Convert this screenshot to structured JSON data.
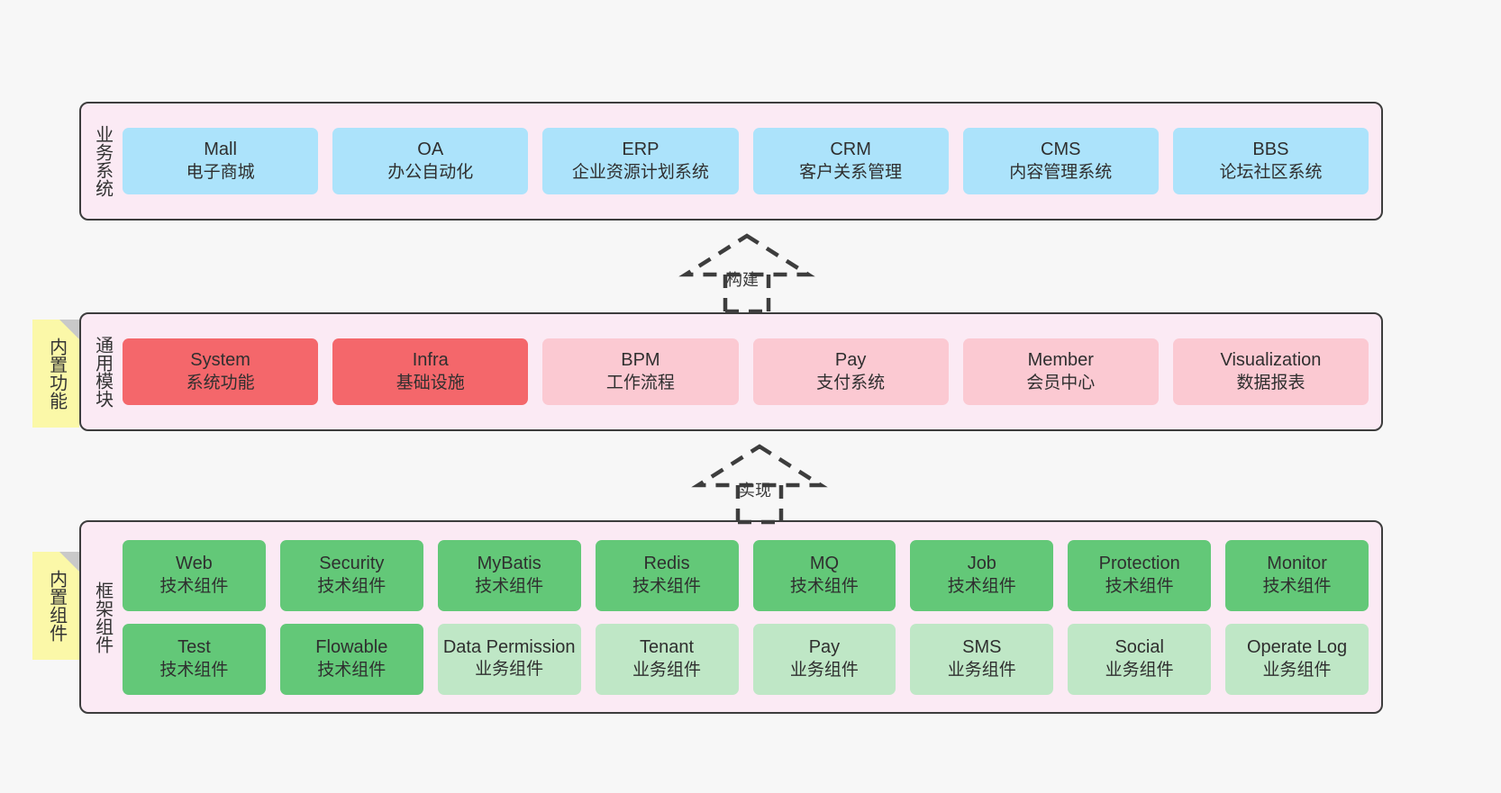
{
  "page": {
    "background": "#f7f7f7",
    "band_bg": "#fbeaf4",
    "band_border": "#3d3d3d",
    "note_bg": "#fbf8a8",
    "note_fold": "#c9c9c9",
    "color_blue": "#ace3fb",
    "color_red": "#f4676b",
    "color_pink": "#fbc9d2",
    "color_green": "#63c878",
    "color_green_light": "#bfe7c6"
  },
  "layers": [
    {
      "id": "business-systems",
      "title": "业务系统",
      "note": null,
      "rows": [
        {
          "color": "#ace3fb",
          "cells": [
            {
              "name": "Mall",
              "desc": "电子商城"
            },
            {
              "name": "OA",
              "desc": "办公自动化"
            },
            {
              "name": "ERP",
              "desc": "企业资源计划系统"
            },
            {
              "name": "CRM",
              "desc": "客户关系管理"
            },
            {
              "name": "CMS",
              "desc": "内容管理系统"
            },
            {
              "name": "BBS",
              "desc": "论坛社区系统"
            }
          ]
        }
      ]
    },
    {
      "id": "common-modules",
      "title": "通用模块",
      "note": "内置功能",
      "rows": [
        {
          "cells": [
            {
              "name": "System",
              "desc": "系统功能",
              "color": "#f4676b"
            },
            {
              "name": "Infra",
              "desc": "基础设施",
              "color": "#f4676b"
            },
            {
              "name": "BPM",
              "desc": "工作流程",
              "color": "#fbc9d2"
            },
            {
              "name": "Pay",
              "desc": "支付系统",
              "color": "#fbc9d2"
            },
            {
              "name": "Member",
              "desc": "会员中心",
              "color": "#fbc9d2"
            },
            {
              "name": "Visualization",
              "desc": "数据报表",
              "color": "#fbc9d2"
            }
          ]
        }
      ]
    },
    {
      "id": "framework-components",
      "title": "框架组件",
      "note": "内置组件",
      "rows": [
        {
          "cells": [
            {
              "name": "Web",
              "desc": "技术组件",
              "color": "#63c878"
            },
            {
              "name": "Security",
              "desc": "技术组件",
              "color": "#63c878"
            },
            {
              "name": "MyBatis",
              "desc": "技术组件",
              "color": "#63c878"
            },
            {
              "name": "Redis",
              "desc": "技术组件",
              "color": "#63c878"
            },
            {
              "name": "MQ",
              "desc": "技术组件",
              "color": "#63c878"
            },
            {
              "name": "Job",
              "desc": "技术组件",
              "color": "#63c878"
            },
            {
              "name": "Protection",
              "desc": "技术组件",
              "color": "#63c878"
            },
            {
              "name": "Monitor",
              "desc": "技术组件",
              "color": "#63c878"
            }
          ]
        },
        {
          "cells": [
            {
              "name": "Test",
              "desc": "技术组件",
              "color": "#63c878"
            },
            {
              "name": "Flowable",
              "desc": "技术组件",
              "color": "#63c878"
            },
            {
              "name": "Data Permission",
              "desc": "业务组件",
              "color": "#bfe7c6"
            },
            {
              "name": "Tenant",
              "desc": "业务组件",
              "color": "#bfe7c6"
            },
            {
              "name": "Pay",
              "desc": "业务组件",
              "color": "#bfe7c6"
            },
            {
              "name": "SMS",
              "desc": "业务组件",
              "color": "#bfe7c6"
            },
            {
              "name": "Social",
              "desc": "业务组件",
              "color": "#bfe7c6"
            },
            {
              "name": "Operate Log",
              "desc": "业务组件",
              "color": "#bfe7c6"
            }
          ]
        }
      ]
    }
  ],
  "connectors": [
    {
      "id": "build",
      "label": "构建"
    },
    {
      "id": "implement",
      "label": "实现"
    }
  ]
}
